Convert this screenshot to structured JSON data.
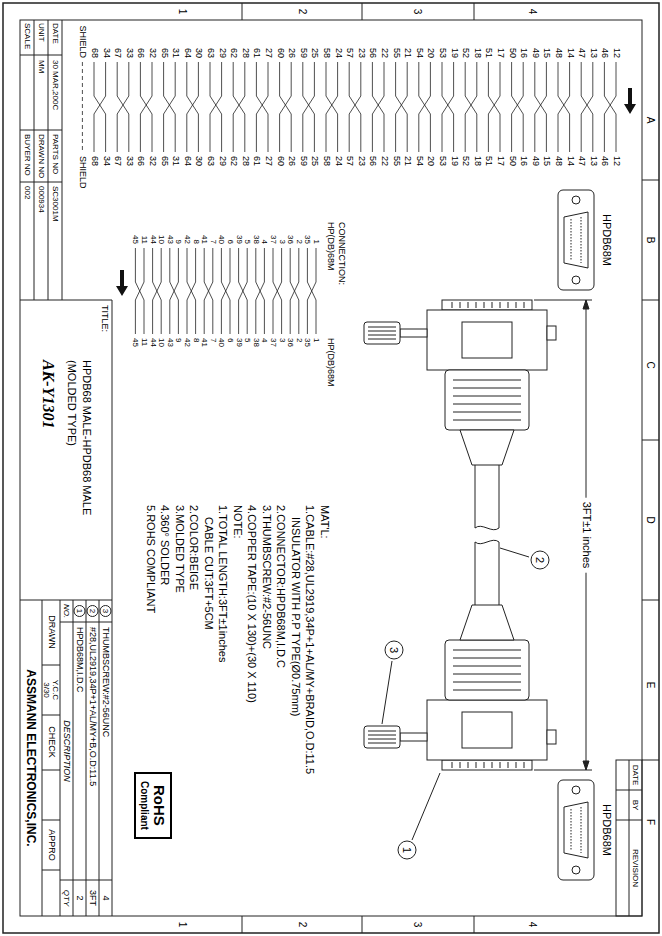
{
  "diagram": {
    "nodes": [
      {
        "text": [
          "2"
        ]
      },
      {
        "text": [
          "3"
        ]
      },
      {
        "text": [
          "1"
        ]
      },
      {
        "text": [
          "RoHS",
          "Compliant"
        ]
      }
    ],
    "labels": [
      "A",
      "B",
      "C",
      "D",
      "E",
      "F",
      "1",
      "2",
      "3",
      "4",
      "1",
      "2",
      "3",
      "4",
      "DATE",
      "BY",
      "REVISION",
      "HPDB68M",
      "HPDB68M",
      "3FT±1 inches",
      "12",
      "46",
      "13",
      "47",
      "14",
      "48",
      "15",
      "49",
      "16",
      "50",
      "17",
      "51",
      "18",
      "52",
      "19",
      "53",
      "20",
      "54",
      "21",
      "55",
      "22",
      "56",
      "23",
      "57",
      "24",
      "58",
      "25",
      "59",
      "26",
      "60",
      "27",
      "61",
      "28",
      "62",
      "29",
      "63",
      "30",
      "64",
      "31",
      "65",
      "32",
      "66",
      "33",
      "67",
      "34",
      "68",
      "SHIELD",
      "12",
      "46",
      "13",
      "47",
      "14",
      "48",
      "15",
      "49",
      "16",
      "50",
      "17",
      "51",
      "18",
      "52",
      "19",
      "53",
      "20",
      "54",
      "21",
      "55",
      "22",
      "56",
      "23",
      "57",
      "24",
      "58",
      "25",
      "59",
      "26",
      "60",
      "27",
      "61",
      "28",
      "62",
      "29",
      "63",
      "30",
      "64",
      "31",
      "65",
      "32",
      "66",
      "33",
      "67",
      "34",
      "68",
      "SHIELD",
      "CONNECTION:",
      "HP(DB)68M",
      "HP(DB)68M",
      "1",
      "35",
      "2",
      "36",
      "3",
      "37",
      "4",
      "38",
      "5",
      "39",
      "6",
      "40",
      "7",
      "41",
      "8",
      "42",
      "9",
      "43",
      "10",
      "44",
      "11",
      "45",
      "1",
      "35",
      "2",
      "36",
      "3",
      "37",
      "4",
      "38",
      "5",
      "39",
      "6",
      "40",
      "7",
      "41",
      "8",
      "42",
      "9",
      "43",
      "10",
      "44",
      "11",
      "45",
      "MAT'L:",
      "1.CABLE:#28,UL2919,34P+1+AL/MY+BRAID,O.D:11.5",
      "INSULATOR WITH P.P TYPE(Ø0.75mm)",
      "2.CONNECTOR:HPDB68M,I.D.C",
      "3.THUMBSCREW:#2-56UNC",
      "4.COPPER TAPE:(10 X 130)+(30 X 110)",
      "NOTE:",
      "1.TOTAL LENGTH:3FT±1inches",
      "CABLE CUT:3FT+5CM",
      "2.COLOR:BEIGE",
      "3.MOLDED TYPE",
      "4.360° SOLDER",
      "5.ROHS COMPLIANT",
      "3",
      "THUMBSCREW:#2-56UNC",
      "4",
      "2",
      "#28,UL2919,34P+1+AL/MY+B,O.D:11.5",
      "3FT",
      "1",
      "HPDB68M,I.D.C",
      "2",
      "NO.",
      "DESCRIPTION",
      "QTY",
      "DRAWN",
      "Y.C.C",
      "3/30",
      "CHECK",
      "APPRO",
      "ASSMANN ELECTRONICS,INC.",
      "TITLE:",
      "HPDB68 MALE-HPDB68 MALE",
      "(MOLDED TYPE)",
      "AK-Y1301",
      "DATE",
      "30 MAR,200C",
      "PARTS NO",
      "SC3001M",
      "UNIT",
      "MM",
      "DRAWN NO",
      "000934",
      "SCALE",
      "BUYER NO",
      "002"
    ]
  }
}
